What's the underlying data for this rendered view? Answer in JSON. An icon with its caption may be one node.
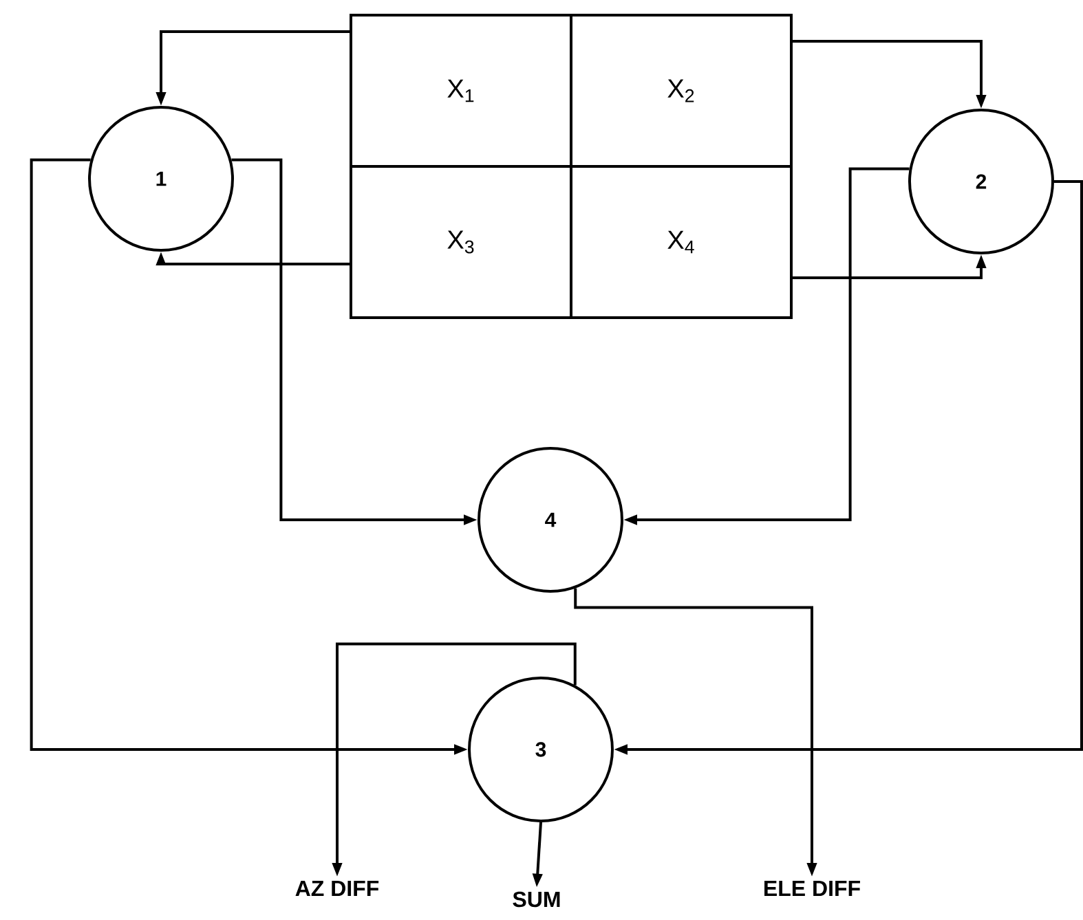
{
  "diagram": {
    "nodes": [
      {
        "text": [
          "X$_{1}$"
        ]
      },
      {
        "text": [
          "X$_{2}$"
        ]
      },
      {
        "text": [
          "X$_{3}$"
        ]
      },
      {
        "text": [
          "X$_{4}$"
        ]
      },
      {
        "text": [
          "1"
        ]
      },
      {
        "text": [
          "2"
        ]
      },
      {
        "text": [
          "4"
        ]
      },
      {
        "text": [
          "3"
        ]
      },
      {
        "text": [
          "AZ DIFF"
        ]
      },
      {
        "text": [
          "SUM"
        ]
      },
      {
        "text": [
          "ELE DIFF"
        ]
      }
    ],
    "edges": [
      {
        "from": 0,
        "to": 4,
        "arrow": "to"
      },
      {
        "from": 2,
        "to": 4,
        "arrow": "to"
      },
      {
        "from": 1,
        "to": 5,
        "arrow": "to"
      },
      {
        "from": 3,
        "to": 5,
        "arrow": "to"
      },
      {
        "from": 4,
        "to": 6,
        "arrow": "to"
      },
      {
        "from": 4,
        "to": 7,
        "arrow": "to"
      },
      {
        "from": 5,
        "to": 6,
        "arrow": "to"
      },
      {
        "from": 5,
        "to": 7,
        "arrow": "to"
      },
      {
        "from": 6,
        "to": 10,
        "arrow": "to"
      },
      {
        "from": 7,
        "to": 8,
        "arrow": "to"
      },
      {
        "from": 7,
        "to": 9,
        "arrow": "to"
      }
    ]
  }
}
